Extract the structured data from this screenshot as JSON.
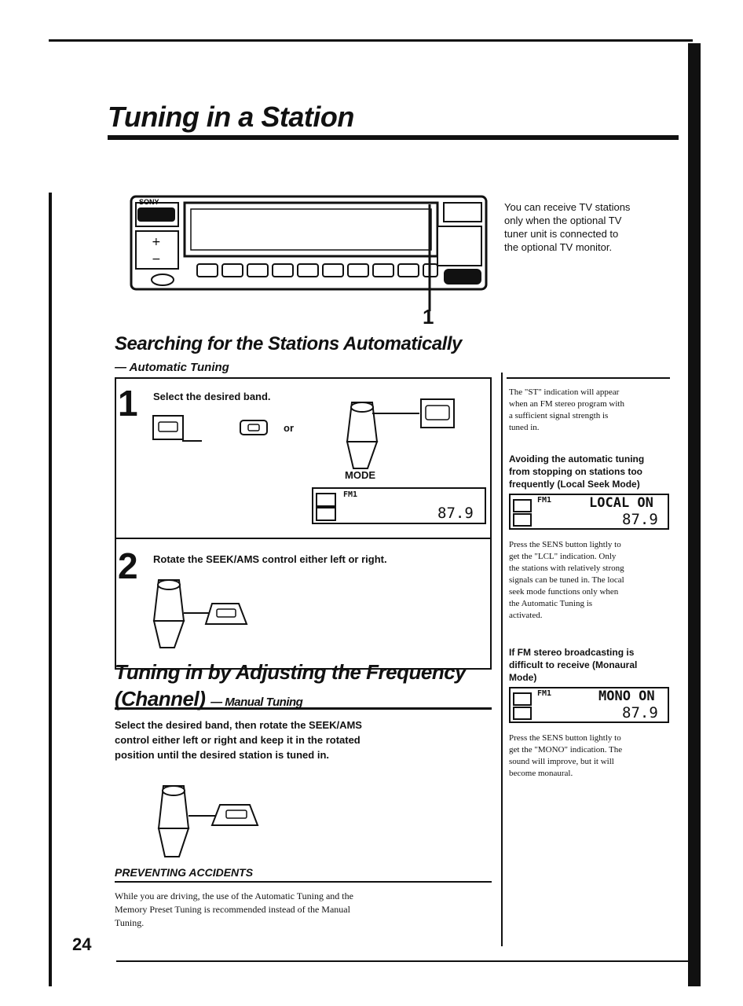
{
  "header": {
    "title": "Tuning in a Station"
  },
  "device": {
    "brand": "SONY",
    "callout_number": "1"
  },
  "side_note": {
    "lines": [
      "You can receive TV stations",
      "only when the optional TV",
      "tuner unit is connected to",
      "the optional TV monitor."
    ]
  },
  "section1": {
    "heading": "Searching for the Stations Automatically",
    "subheading": "— Automatic Tuning",
    "step1": {
      "number": "1",
      "text": "Select the desired band.",
      "or_label": "or",
      "mode_label": "MODE",
      "lcd": {
        "band": "FM1",
        "freq": "87.9"
      }
    },
    "step2": {
      "number": "2",
      "text": "Rotate the SEEK/AMS control either left or right."
    }
  },
  "right_column": {
    "st_note": [
      "The \"ST\" indication will appear",
      "when an FM stereo program with",
      "a sufficient signal strength is",
      "tuned in."
    ],
    "local_heading": [
      "Avoiding the automatic tuning",
      "from stopping on stations too",
      "frequently (Local Seek Mode)"
    ],
    "local_lcd": {
      "band": "FM1",
      "msg": "LOCAL ON",
      "freq": "87.9"
    },
    "local_text": [
      "Press the SENS button lightly to",
      "get the \"LCL\" indication. Only",
      "the stations with relatively strong",
      "signals can be tuned in. The local",
      "seek mode functions only when",
      "the Automatic Tuning is",
      "activated."
    ],
    "mono_heading": [
      "If FM stereo broadcasting is",
      "difficult to receive (Monaural",
      "Mode)"
    ],
    "mono_lcd": {
      "band": "FM1",
      "msg": "MONO ON",
      "freq": "87.9"
    },
    "mono_text": [
      "Press the SENS button lightly to",
      "get the \"MONO\" indication. The",
      "sound will improve, but it will",
      "become monaural."
    ]
  },
  "section2": {
    "heading_line1": "Tuning in by Adjusting the Frequency",
    "heading_line2": "(Channel)",
    "heading_suffix": "— Manual Tuning",
    "instruction": [
      "Select the desired band, then rotate the SEEK/AMS",
      "control either left or right and keep it in the rotated",
      "position until the desired station is tuned in."
    ]
  },
  "warning": {
    "heading": "PREVENTING ACCIDENTS",
    "lines": [
      "While you are driving, the use of the Automatic Tuning and the",
      "Memory Preset Tuning is recommended instead of the Manual",
      "Tuning."
    ]
  },
  "footer": {
    "page_number": "24"
  }
}
